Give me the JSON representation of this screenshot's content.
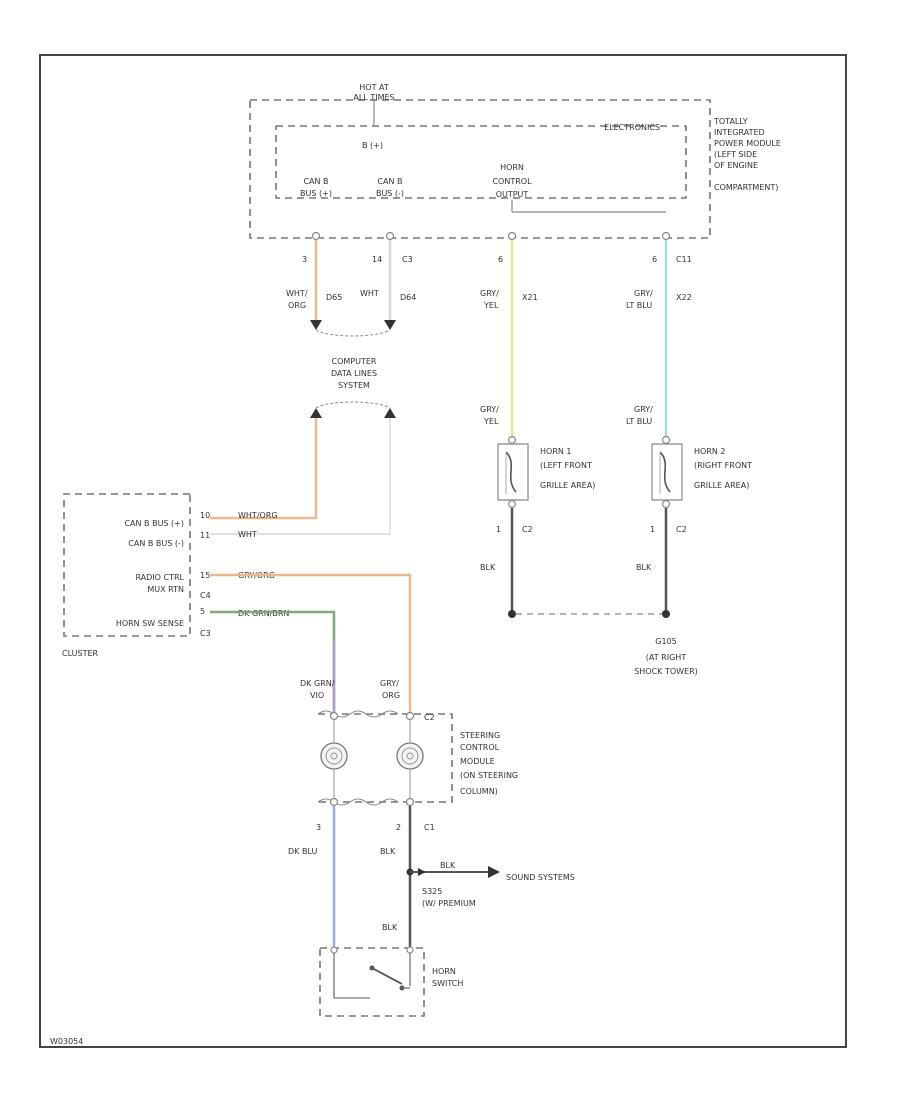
{
  "diagram_id": "W03054",
  "tipm": {
    "hot_at": "HOT AT",
    "all_times": "ALL TIMES",
    "electronics": "ELECTRONICS",
    "b_plus": "B (+)",
    "label_lines": [
      "TOTALLY",
      "INTEGRATED",
      "POWER MODULE",
      "(LEFT SIDE",
      "OF ENGINE",
      "COMPARTMENT)"
    ],
    "can_b_bus_plus": [
      "CAN B",
      "BUS (+)"
    ],
    "can_b_bus_minus": [
      "CAN B",
      "BUS (-)"
    ],
    "horn_control_output": [
      "HORN",
      "CONTROL",
      "OUTPUT"
    ]
  },
  "tipm_pins": [
    {
      "pin": "3",
      "conn": ""
    },
    {
      "pin": "14",
      "conn": "C3"
    },
    {
      "pin": "6",
      "conn": ""
    },
    {
      "pin": "6",
      "conn": "C11"
    }
  ],
  "tipm_wires": [
    {
      "color_lines": [
        "WHT/",
        "ORG"
      ],
      "circuit": "D65",
      "hex": "#f1b78e"
    },
    {
      "color_lines": [
        "WHT"
      ],
      "circuit": "D64",
      "hex": "#d9d9d9"
    },
    {
      "color_lines": [
        "GRY/",
        "YEL"
      ],
      "circuit": "X21",
      "hex": "#dfee8a"
    },
    {
      "color_lines": [
        "GRY/",
        "LT BLU"
      ],
      "circuit": "X22",
      "hex": "#9fe0da"
    }
  ],
  "computer_data_lines": [
    "COMPUTER",
    "DATA LINES",
    "SYSTEM"
  ],
  "horns": [
    {
      "wire_lines": [
        "GRY/",
        "YEL"
      ],
      "label_lines": [
        "HORN 1",
        "(LEFT FRONT",
        "GRILLE AREA)"
      ],
      "pin": "1",
      "conn": "C2",
      "ground_wire": "BLK"
    },
    {
      "wire_lines": [
        "GRY/",
        "LT BLU"
      ],
      "label_lines": [
        "HORN 2",
        "(RIGHT FRONT",
        "GRILLE AREA)"
      ],
      "pin": "1",
      "conn": "C2",
      "ground_wire": "BLK"
    }
  ],
  "ground": {
    "id": "G105",
    "location_lines": [
      "(AT RIGHT",
      "SHOCK TOWER)"
    ]
  },
  "cluster": {
    "name": "CLUSTER",
    "pins": [
      {
        "label_lines": [
          "CAN B BUS (+)"
        ],
        "pin": "10",
        "conn": "",
        "wire": "WHT/ORG"
      },
      {
        "label_lines": [
          "CAN B BUS (-)"
        ],
        "pin": "11",
        "conn": "",
        "wire": "WHT"
      },
      {
        "label_lines": [
          "RADIO CTRL",
          "MUX RTN"
        ],
        "pin": "15",
        "conn": "C4",
        "wire": "GRY/ORG"
      },
      {
        "label_lines": [
          "HORN SW SENSE"
        ],
        "pin": "5",
        "conn": "C3",
        "wire": "DK GRN/BRN"
      }
    ]
  },
  "steering_module": {
    "label_lines": [
      "STEERING",
      "CONTROL",
      "MODULE",
      "(ON STEERING",
      "COLUMN)"
    ],
    "wire_left_lines": [
      "DK GRN/",
      "VIO"
    ],
    "wire_right_lines": [
      "GRY/",
      "ORG"
    ],
    "top_conn": "C2",
    "bottom_left_pin": "3",
    "bottom_right_pin": "2",
    "bottom_conn": "C1"
  },
  "lower": {
    "left_wire": "DK BLU",
    "right_wire": "BLK",
    "branch_wire": "BLK",
    "sound_systems": "SOUND SYSTEMS",
    "splice_lines": [
      "S325",
      "(W/ PREMIUM"
    ],
    "lower_wire": "BLK"
  },
  "horn_switch": [
    "HORN",
    "SWITCH"
  ],
  "colors": {
    "wht_org": "#f1b78e",
    "wht": "#d9d9d9",
    "gry_yel": "#dfee8a",
    "gry_lt_blu": "#9fe0da",
    "gry_org": "#e9b88d",
    "dk_grn": "#7fa87f",
    "dk_blu": "#9aaaf0",
    "blk": "#555555"
  }
}
